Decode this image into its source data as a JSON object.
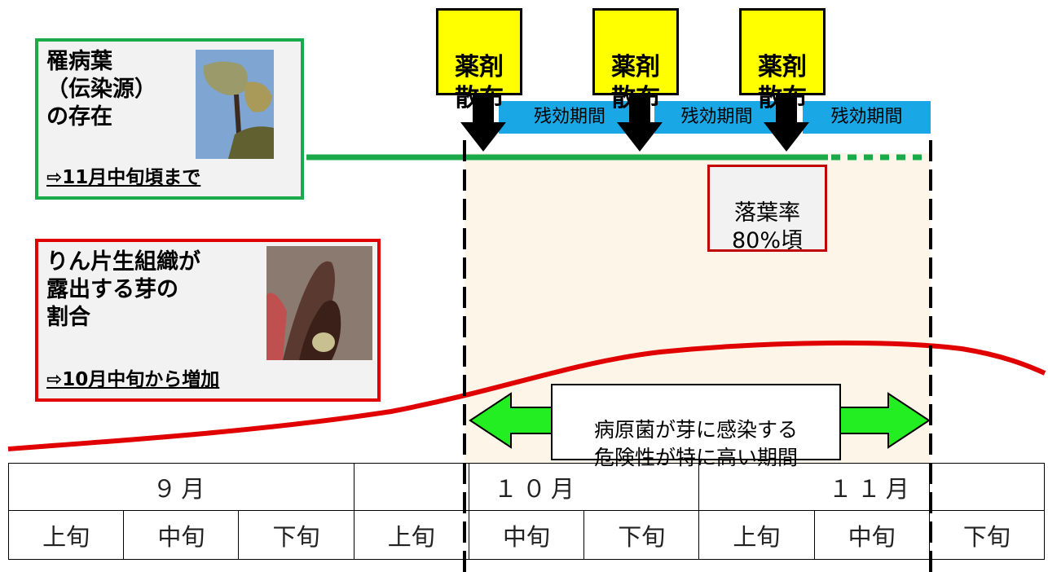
{
  "spray_events": [
    {
      "label": "薬剤\n散布"
    },
    {
      "label": "薬剤\n散布"
    },
    {
      "label": "薬剤\n散布"
    }
  ],
  "residual_periods": [
    {
      "label": "残効期間"
    },
    {
      "label": "残効期間"
    },
    {
      "label": "残効期間"
    }
  ],
  "infected_leaf": {
    "title": "罹病葉\n（伝染源）\nの存在",
    "note": "⇨11月中旬頃まで",
    "border_color": "#1aaa4a"
  },
  "scale_tissue": {
    "title": "りん片生組織が\n露出する芽の\n割合",
    "note": "⇨10月中旬から増加",
    "border_color": "#e00000"
  },
  "leaf_fall": {
    "label": "落葉率\n80%頃"
  },
  "risk_period": {
    "label": "病原菌が芽に感染する\n危険性が特に高い期間"
  },
  "calendar": {
    "months": [
      {
        "label": "９月",
        "span": 3
      },
      {
        "label": "",
        "span": 1
      },
      {
        "label": "１０月",
        "span": 2
      },
      {
        "label": "１１月",
        "span": 2
      },
      {
        "label": "",
        "span": 1
      }
    ],
    "decades": [
      "上旬",
      "中旬",
      "下旬",
      "上旬",
      "中旬",
      "下旬",
      "上旬",
      "中旬",
      "下旬"
    ]
  },
  "colors": {
    "spray": "#ffff00",
    "residual": "#1aa7e6",
    "arrow": "#22ee22",
    "green_line": "#1aaa4a",
    "red_curve": "#e00000"
  }
}
